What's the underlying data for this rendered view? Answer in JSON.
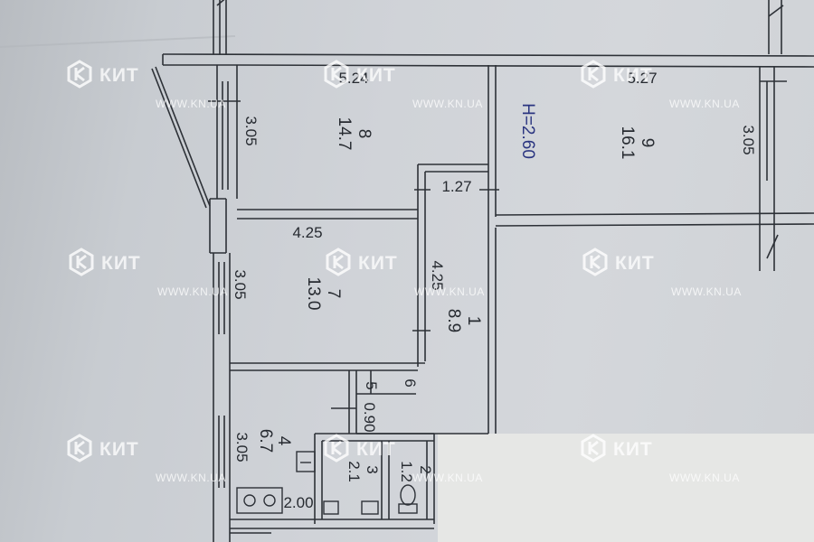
{
  "floorplan": {
    "ceiling_height": "H=2.60",
    "rooms": [
      {
        "number": "8",
        "area": "14.7",
        "width": "5.24",
        "depth": "3.05"
      },
      {
        "number": "9",
        "area": "16.1",
        "width": "5.27",
        "depth": "3.05"
      },
      {
        "number": "7",
        "area": "13.0",
        "width": "4.25",
        "depth": "3.05"
      },
      {
        "number": "1",
        "area": "8.9",
        "width": "1.27",
        "depth": "4.25"
      },
      {
        "number": "4",
        "area": "6.7",
        "width": "2.00",
        "depth": "3.05"
      },
      {
        "number": "3",
        "area": "2.1"
      },
      {
        "number": "2",
        "area": "1.2"
      },
      {
        "number": "5",
        "area": "0.90"
      },
      {
        "number": "6"
      }
    ]
  },
  "watermark": {
    "brand": "КИТ",
    "url": "WWW.KN.UA",
    "icon": "kit-logo-icon"
  }
}
